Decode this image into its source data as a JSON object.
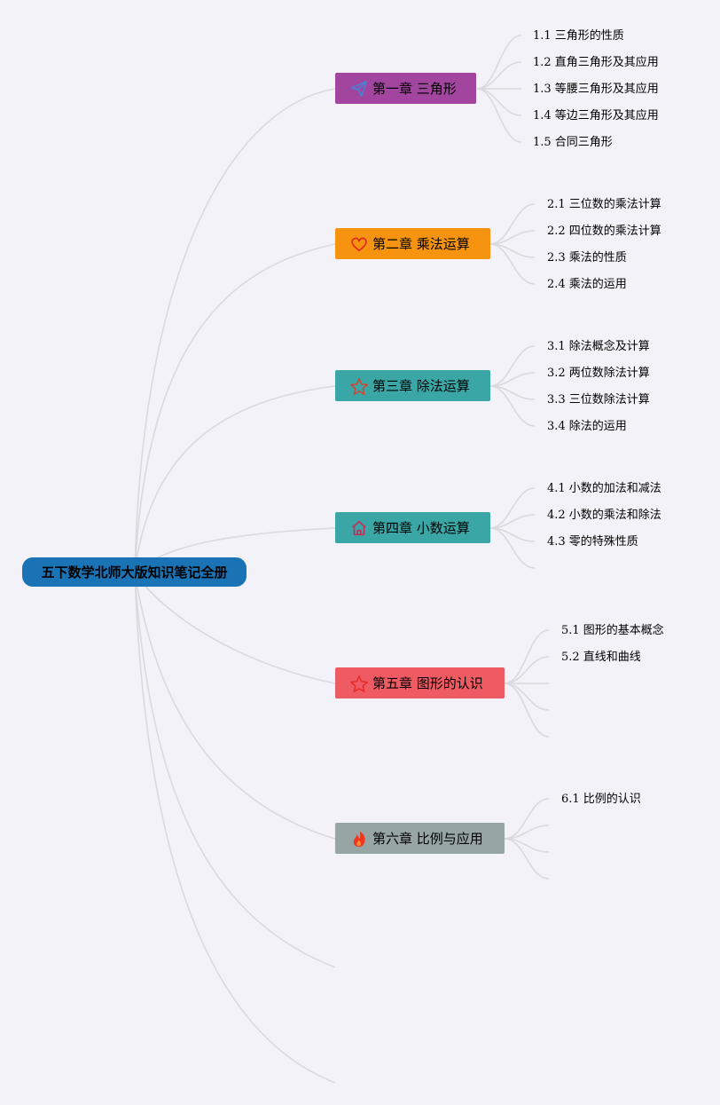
{
  "root": {
    "title": "五下数学北师大版知识笔记全册"
  },
  "chapters": [
    {
      "label": "第一章 三角形",
      "color": "#a2459e",
      "icon": "paper-plane-icon",
      "items": [
        "1.1 三角形的性质",
        "1.2 直角三角形及其应用",
        "1.3 等腰三角形及其应用",
        "1.4 等边三角形及其应用",
        "1.5 合同三角形"
      ]
    },
    {
      "label": "第二章 乘法运算",
      "color": "#f7940f",
      "icon": "heart-icon",
      "items": [
        "2.1 三位数的乘法计算",
        "2.2 四位数的乘法计算",
        "2.3 乘法的性质",
        "2.4 乘法的运用"
      ]
    },
    {
      "label": "第三章 除法运算",
      "color": "#3aa6a6",
      "icon": "star-icon",
      "items": [
        "3.1 除法概念及计算",
        "3.2 两位数除法计算",
        "3.3 三位数除法计算",
        "3.4 除法的运用"
      ]
    },
    {
      "label": "第四章 小数运算",
      "color": "#3aa6a6",
      "icon": "home-icon",
      "items": [
        "4.1 小数的加法和减法",
        "4.2 小数的乘法和除法",
        "4.3 零的特殊性质"
      ]
    },
    {
      "label": "第五章 图形的认识",
      "color": "#ef5b63",
      "icon": "star-icon",
      "items": [
        "5.1 图形的基本概念",
        "5.2 直线和曲线"
      ]
    },
    {
      "label": "第六章 比例与应用",
      "color": "#97a5a5",
      "icon": "flame-icon",
      "items": [
        "6.1 比例的认识"
      ]
    }
  ]
}
